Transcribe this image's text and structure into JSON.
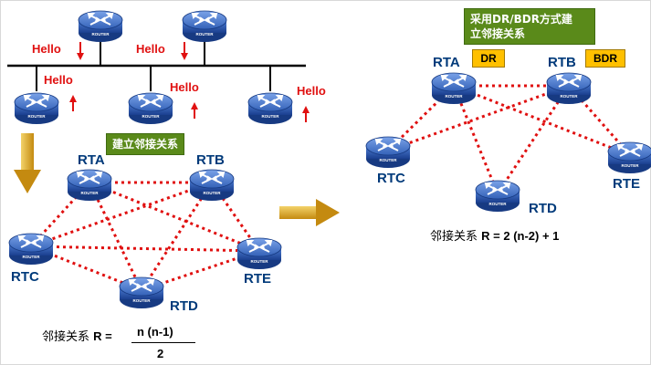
{
  "router_icon_text": "ROUTER",
  "broadcast": {
    "hello_label": "Hello"
  },
  "full_mesh": {
    "caption": "建立邻接关系",
    "routers": {
      "rta": "RTA",
      "rtb": "RTB",
      "rtc": "RTC",
      "rtd": "RTD",
      "rte": "RTE"
    },
    "formula_prefix": "邻接关系",
    "formula_var": "R =",
    "numerator": "n (n-1)",
    "denominator": "2"
  },
  "dr_bdr": {
    "caption_line1": "采用DR/BDR方式建",
    "caption_line2": "立邻接关系",
    "routers": {
      "rta": "RTA",
      "rtb": "RTB",
      "rtc": "RTC",
      "rtd": "RTD",
      "rte": "RTE"
    },
    "dr_tag": "DR",
    "bdr_tag": "BDR",
    "formula_prefix": "邻接关系",
    "formula_expr": "R = 2 (n-2) + 1"
  },
  "colors": {
    "hello": "#e01010",
    "adjacency": "#e01010",
    "router_body": "#1f4fa8",
    "green_label": "#5a8a1a",
    "yellow_tag": "#ffc000",
    "arrow": "#d9a520"
  }
}
